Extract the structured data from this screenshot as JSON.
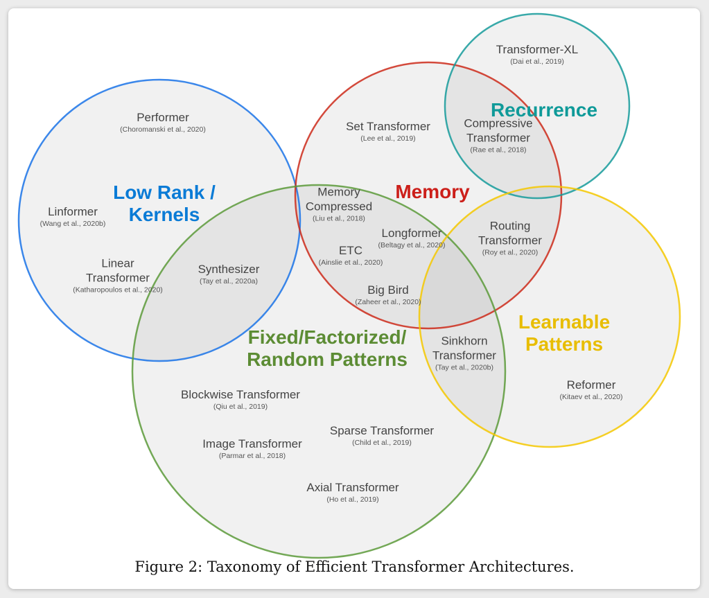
{
  "figure": {
    "caption": "Figure 2: Taxonomy of Efficient Transformer Architectures."
  },
  "categories": [
    {
      "id": "low-rank",
      "label_lines": [
        "Low Rank /",
        "Kernels"
      ],
      "color": "#0a7bd6",
      "stroke": "#1a73e8"
    },
    {
      "id": "memory",
      "label_lines": [
        "Memory"
      ],
      "color": "#cc1f1a",
      "stroke": "#cc2a1a"
    },
    {
      "id": "recurrence",
      "label_lines": [
        "Recurrence"
      ],
      "color": "#0f9a99",
      "stroke": "#169b9b"
    },
    {
      "id": "fixed",
      "label_lines": [
        "Fixed/Factorized/",
        "Random Patterns"
      ],
      "color": "#5c8c34",
      "stroke": "#5c9a3a"
    },
    {
      "id": "learnable",
      "label_lines": [
        "Learnable",
        "Patterns"
      ],
      "color": "#e8bd00",
      "stroke": "#f4c800"
    }
  ],
  "models": [
    {
      "id": "performer",
      "name_lines": [
        "Performer"
      ],
      "cite": "(Choromanski et al., 2020)",
      "groups": [
        "low-rank"
      ]
    },
    {
      "id": "linformer",
      "name_lines": [
        "Linformer"
      ],
      "cite": "(Wang et al., 2020b)",
      "groups": [
        "low-rank"
      ]
    },
    {
      "id": "linear-transformer",
      "name_lines": [
        "Linear",
        "Transformer"
      ],
      "cite": "(Katharopoulos et al., 2020)",
      "groups": [
        "low-rank"
      ]
    },
    {
      "id": "synthesizer",
      "name_lines": [
        "Synthesizer"
      ],
      "cite": "(Tay et al., 2020a)",
      "groups": [
        "low-rank",
        "fixed"
      ]
    },
    {
      "id": "set-transformer",
      "name_lines": [
        "Set Transformer"
      ],
      "cite": "(Lee et al., 2019)",
      "groups": [
        "memory"
      ]
    },
    {
      "id": "transformer-xl",
      "name_lines": [
        "Transformer-XL"
      ],
      "cite": "(Dai et al., 2019)",
      "groups": [
        "recurrence"
      ]
    },
    {
      "id": "compressive-transformer",
      "name_lines": [
        "Compressive",
        "Transformer"
      ],
      "cite": "(Rae et al., 2018)",
      "groups": [
        "memory",
        "recurrence"
      ]
    },
    {
      "id": "memory-compressed",
      "name_lines": [
        "Memory",
        "Compressed"
      ],
      "cite": "(Liu et al., 2018)",
      "groups": [
        "memory",
        "fixed"
      ]
    },
    {
      "id": "longformer",
      "name_lines": [
        "Longformer"
      ],
      "cite": "(Beltagy et al., 2020)",
      "groups": [
        "memory",
        "fixed"
      ]
    },
    {
      "id": "etc",
      "name_lines": [
        "ETC"
      ],
      "cite": "(Ainslie et al., 2020)",
      "groups": [
        "memory",
        "fixed"
      ]
    },
    {
      "id": "big-bird",
      "name_lines": [
        "Big Bird"
      ],
      "cite": "(Zaheer et al., 2020)",
      "groups": [
        "memory",
        "fixed"
      ]
    },
    {
      "id": "routing-transformer",
      "name_lines": [
        "Routing",
        "Transformer"
      ],
      "cite": "(Roy et al., 2020)",
      "groups": [
        "memory",
        "learnable"
      ]
    },
    {
      "id": "sinkhorn-transformer",
      "name_lines": [
        "Sinkhorn",
        "Transformer"
      ],
      "cite": "(Tay et al., 2020b)",
      "groups": [
        "fixed",
        "learnable"
      ]
    },
    {
      "id": "reformer",
      "name_lines": [
        "Reformer"
      ],
      "cite": "(Kitaev et al., 2020)",
      "groups": [
        "learnable"
      ]
    },
    {
      "id": "blockwise-transformer",
      "name_lines": [
        "Blockwise Transformer"
      ],
      "cite": "(Qiu et al., 2019)",
      "groups": [
        "fixed"
      ]
    },
    {
      "id": "sparse-transformer",
      "name_lines": [
        "Sparse Transformer"
      ],
      "cite": "(Child et al., 2019)",
      "groups": [
        "fixed"
      ]
    },
    {
      "id": "image-transformer",
      "name_lines": [
        "Image Transformer"
      ],
      "cite": "(Parmar et al., 2018)",
      "groups": [
        "fixed"
      ]
    },
    {
      "id": "axial-transformer",
      "name_lines": [
        "Axial Transformer"
      ],
      "cite": "(Ho et al., 2019)",
      "groups": [
        "fixed"
      ]
    }
  ]
}
